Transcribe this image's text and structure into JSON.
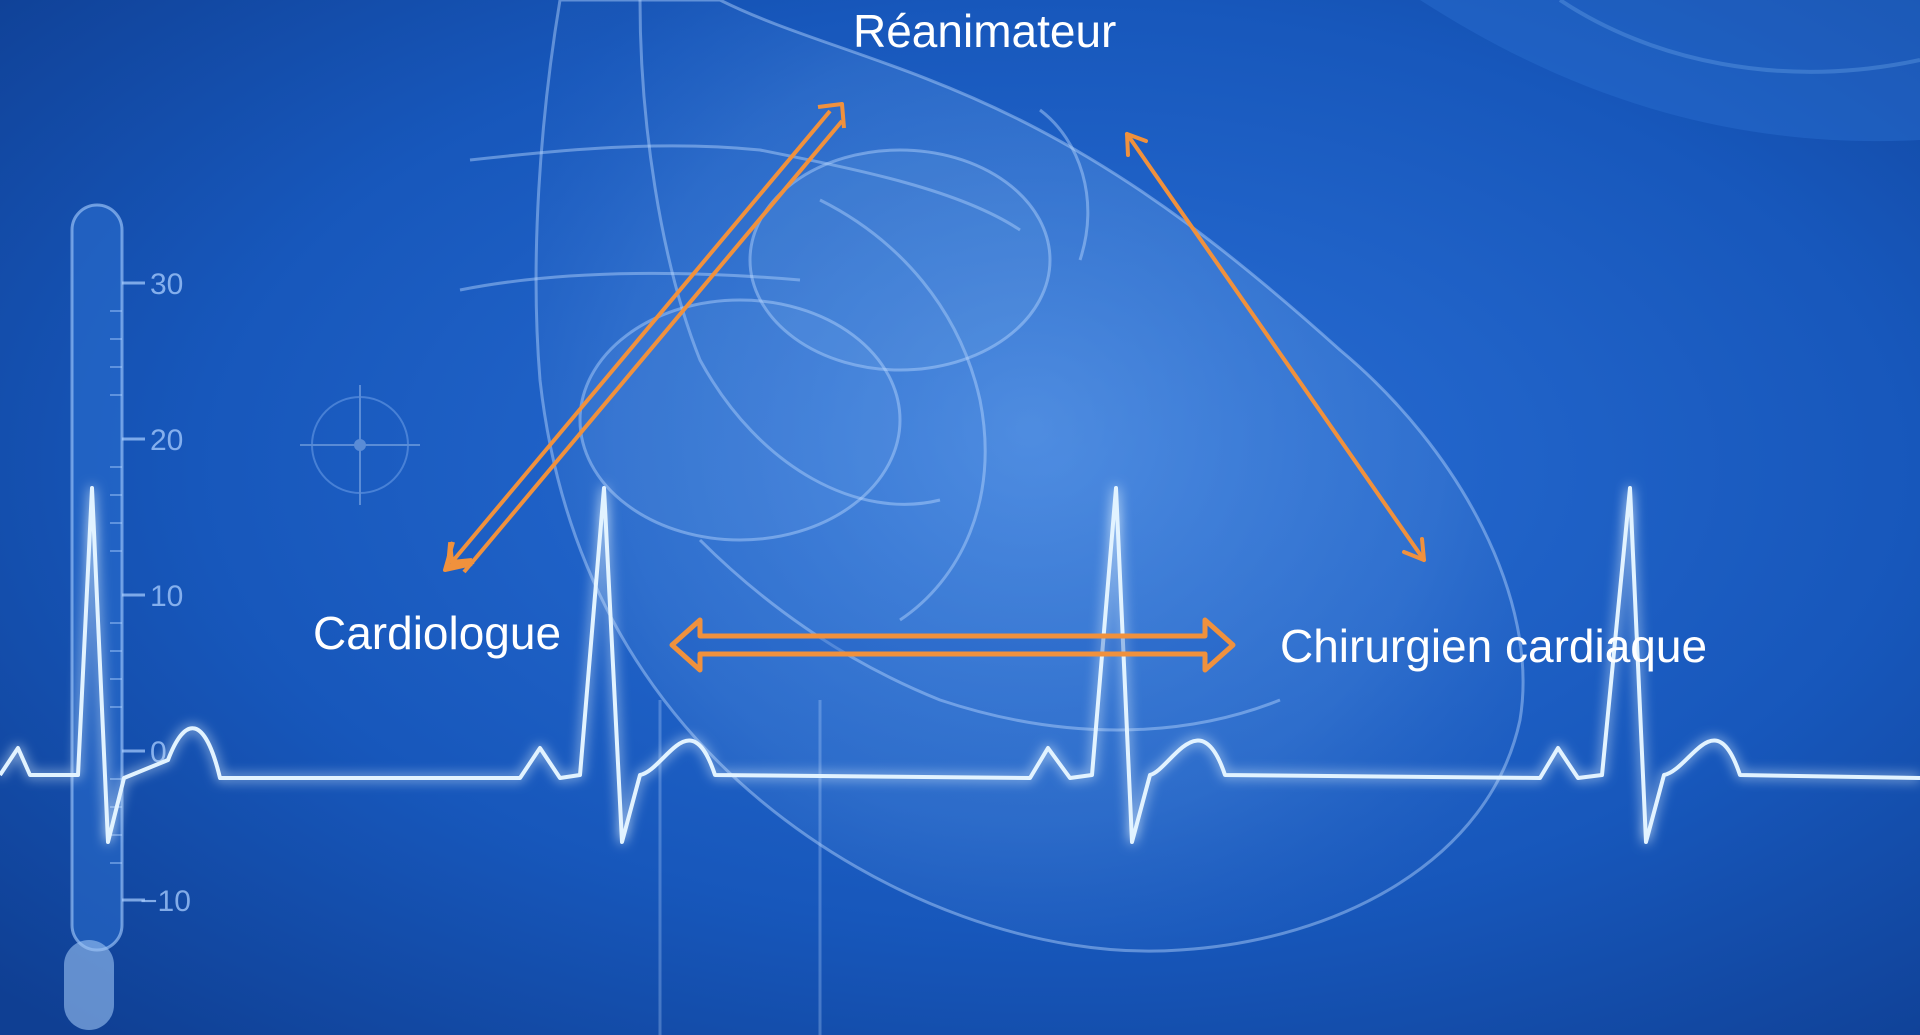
{
  "nodes": {
    "top": "Réanimateur",
    "left": "Cardiologue",
    "right": "Chirurgien cardiaque"
  },
  "thermometer": {
    "ticks": [
      "30",
      "20",
      "10",
      "0",
      "−10"
    ]
  },
  "colors": {
    "background": "#1553b5",
    "arrow": "#f0913d",
    "label": "#ffffff",
    "ecg": "#dff1ff"
  }
}
